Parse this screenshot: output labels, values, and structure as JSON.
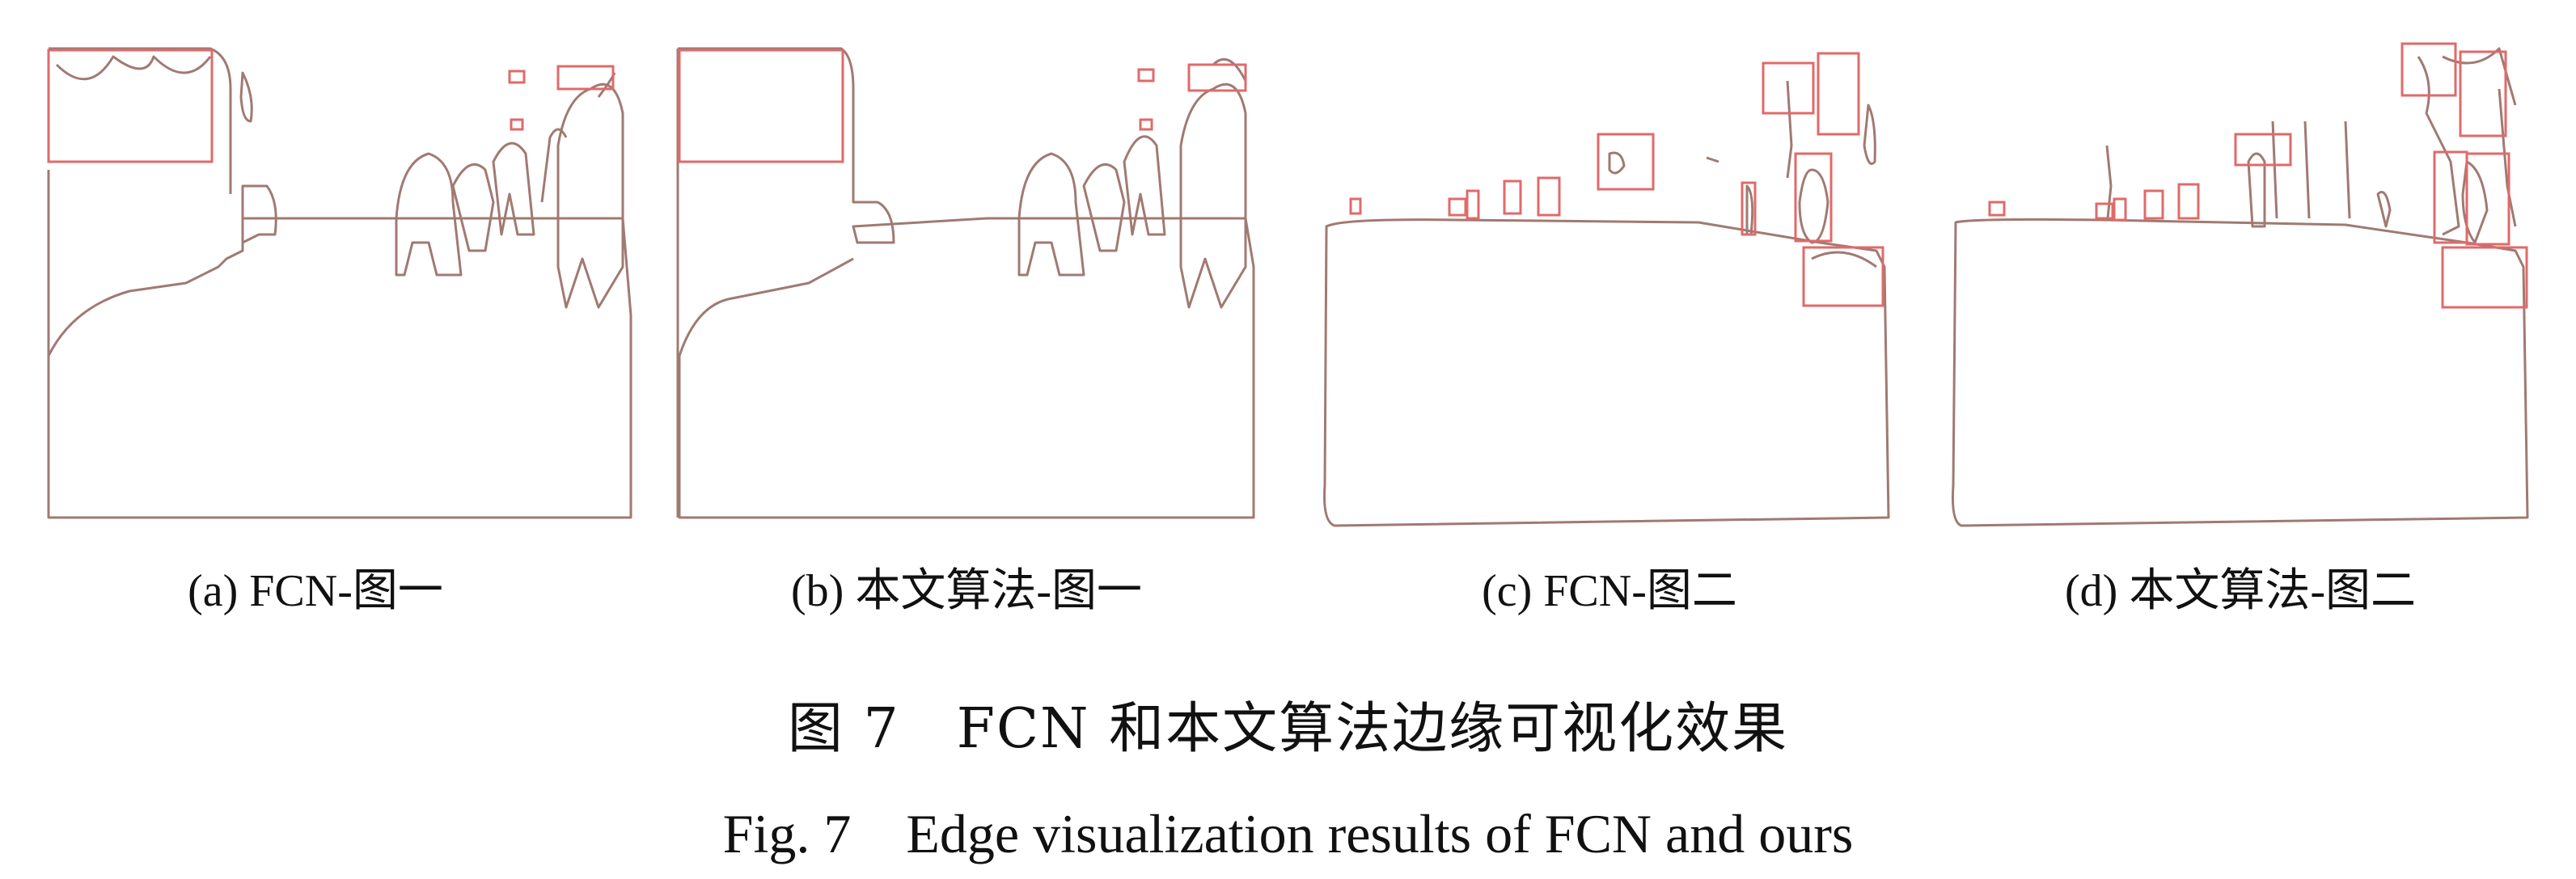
{
  "figure": {
    "subfigures": [
      {
        "label": "(a) FCN-图一"
      },
      {
        "label": "(b) 本文算法-图一"
      },
      {
        "label": "(c) FCN-图二"
      },
      {
        "label": "(d) 本文算法-图二"
      }
    ],
    "caption_cn": "图 7　FCN 和本文算法边缘可视化效果",
    "caption_en": "Fig. 7　Edge visualization results of FCN and ours",
    "colors": {
      "edge": "#a07a72",
      "box": "#e06a6a"
    }
  }
}
